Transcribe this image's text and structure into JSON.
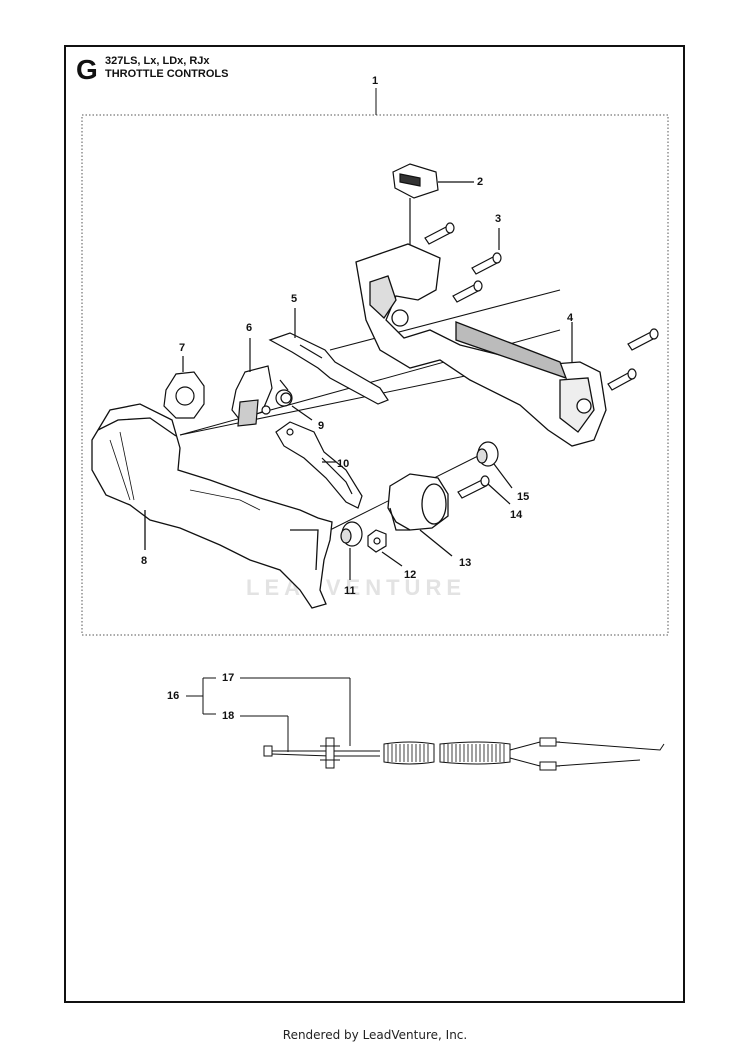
{
  "header": {
    "section_letter": "G",
    "models": "327LS, Lx, LDx, RJx",
    "title": "THROTTLE CONTROLS"
  },
  "callouts": {
    "c1": "1",
    "c2": "2",
    "c3": "3",
    "c4": "4",
    "c5": "5",
    "c6": "6",
    "c7": "7",
    "c8": "8",
    "c9": "9",
    "c10": "10",
    "c11": "11",
    "c12": "12",
    "c13": "13",
    "c14": "14",
    "c15": "15",
    "c16": "16",
    "c17": "17",
    "c18": "18"
  },
  "watermark": "LEADVENTURE",
  "footer": "Rendered by LeadVenture, Inc."
}
